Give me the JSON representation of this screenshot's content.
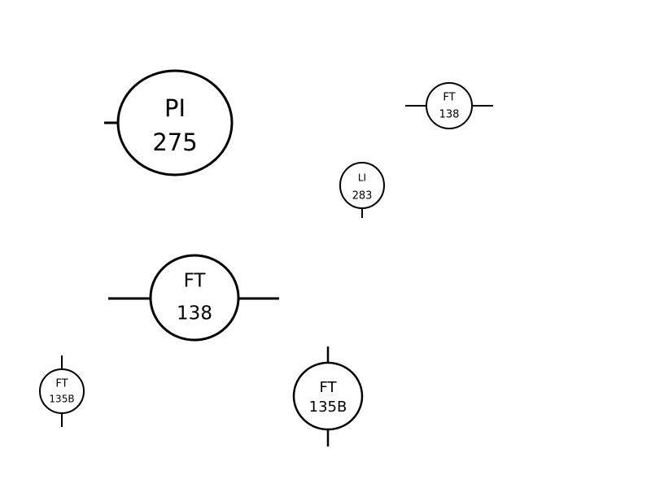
{
  "instruments": [
    {
      "id": "pi-275",
      "letters": "PI",
      "number": "275"
    },
    {
      "id": "ft-138-small",
      "letters": "FT",
      "number": "138"
    },
    {
      "id": "li-283",
      "letters": "LI",
      "number": "283"
    },
    {
      "id": "ft-138-large",
      "letters": "FT",
      "number": "138"
    },
    {
      "id": "ft-135b-small",
      "letters": "FT",
      "number": "135B"
    },
    {
      "id": "ft-135b-large",
      "letters": "FT",
      "number": "135B"
    }
  ]
}
